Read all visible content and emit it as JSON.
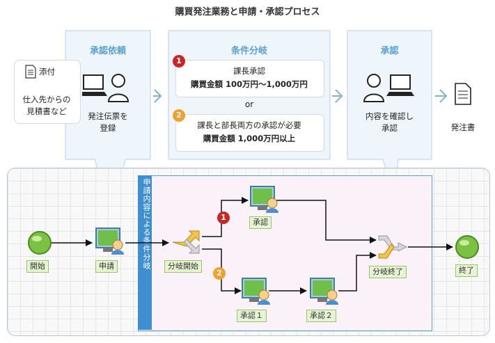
{
  "title": "購買発注業務と申請・承認プロセス",
  "attachment": {
    "label": "添付",
    "text": [
      "仕入先からの",
      "見積書など"
    ]
  },
  "panels": {
    "request": {
      "header": "承認依頼",
      "text": [
        "発注伝票を",
        "登録"
      ]
    },
    "branch": {
      "header": "条件分岐",
      "case1": {
        "num": "1",
        "line1": "課長承認",
        "line2": "購買金額 100万円〜1,000万円"
      },
      "or": "or",
      "case2": {
        "num": "2",
        "line1": "課長と部長両方の承認が必要",
        "line2": "購買金額 1,000万円以上"
      }
    },
    "approval": {
      "header": "承認",
      "text": [
        "内容を確認し",
        "承認"
      ]
    }
  },
  "output": {
    "label": "発注書"
  },
  "flow": {
    "lane_label": "申請内容による条件分岐",
    "start": "開始",
    "apply": "申請",
    "split": "分岐開始",
    "approve": "承認",
    "approve1": "承認１",
    "approve2": "承認２",
    "merge": "分岐終了",
    "end": "終了",
    "badge1": "1",
    "badge2": "2"
  },
  "colors": {
    "accent": "#5aa0d0",
    "badge1": "#c62828",
    "badge2": "#f0a030",
    "lane": "#3f8fd0",
    "node_green": "#7bc143"
  }
}
